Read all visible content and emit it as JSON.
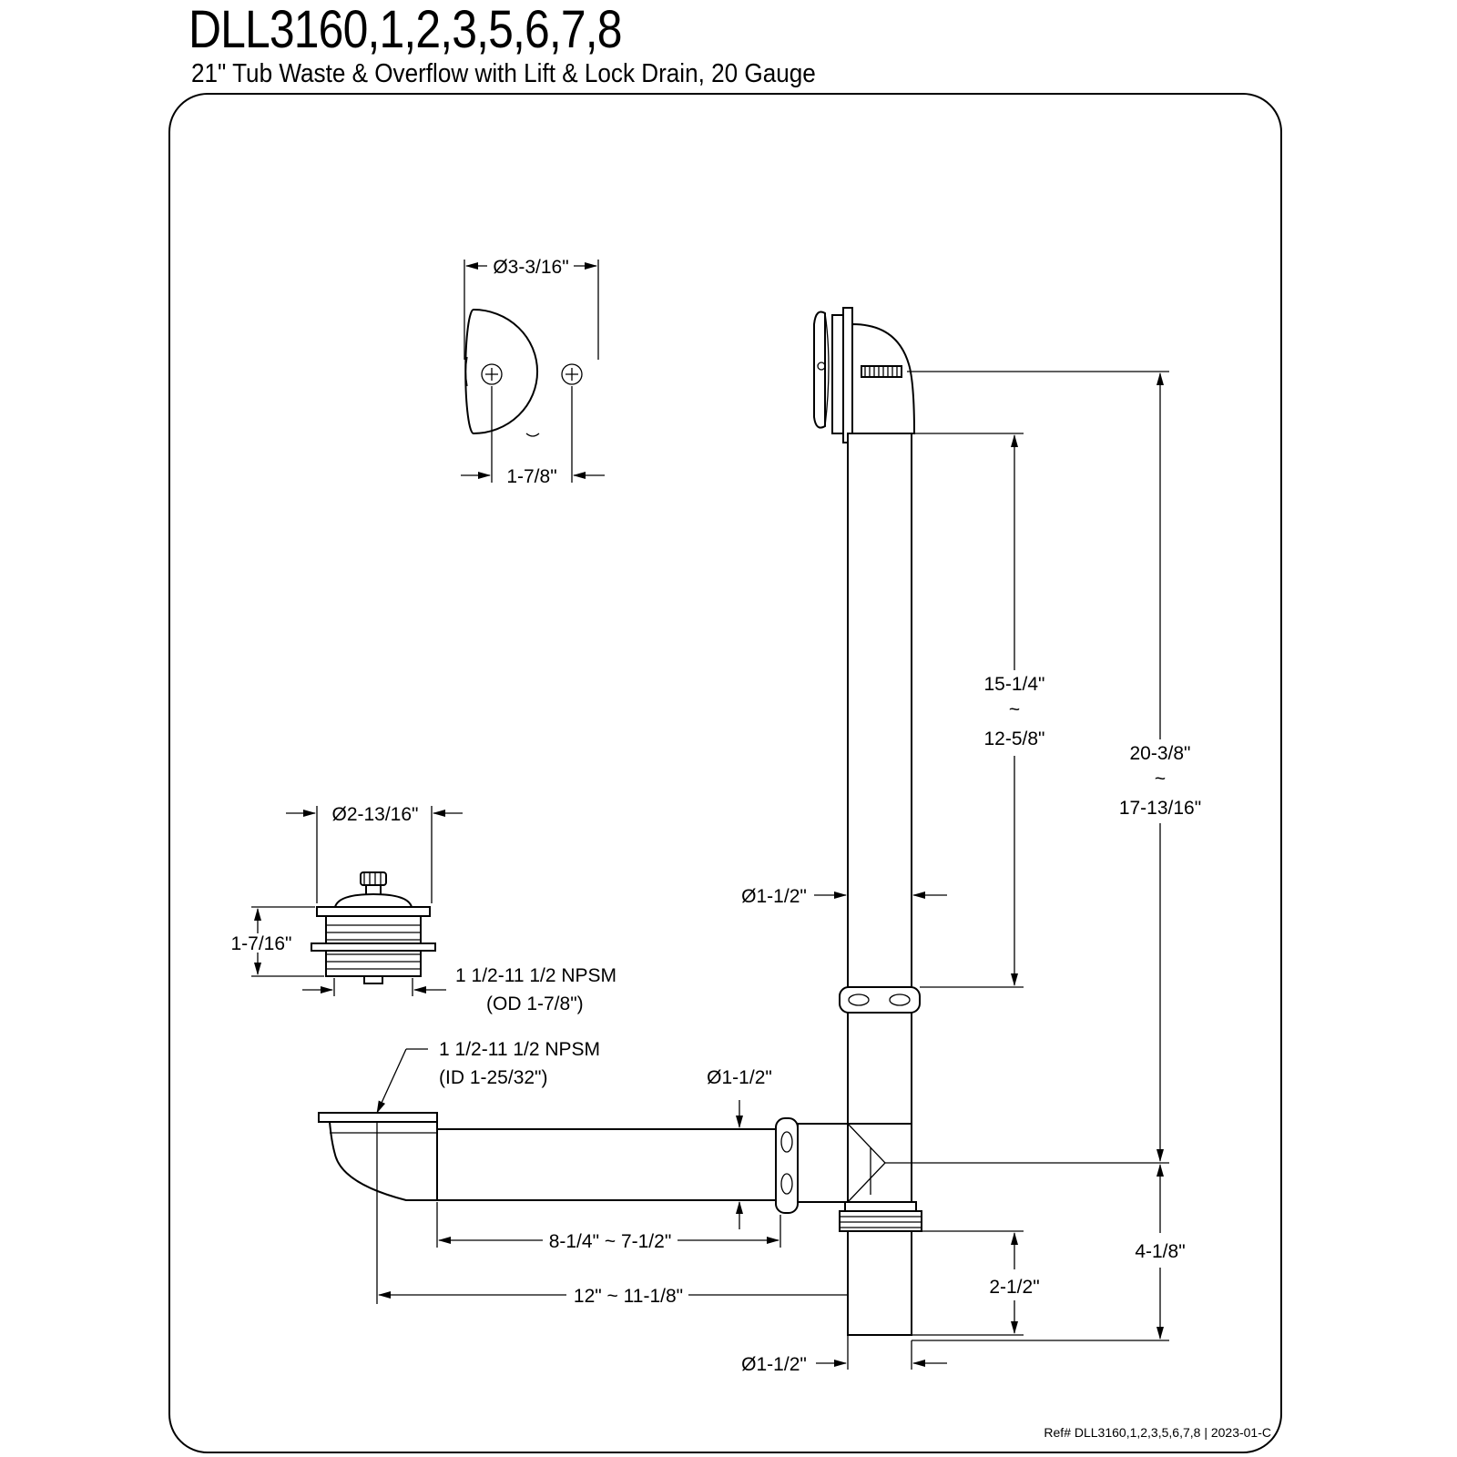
{
  "header": {
    "model": "DLL3160,1,2,3,5,6,7,8",
    "subtitle": "21\" Tub Waste & Overflow with Lift & Lock Drain, 20 Gauge"
  },
  "faceplate": {
    "diameter": "Ø3-3/16\"",
    "screw_spacing": "1-7/8\""
  },
  "drain": {
    "diameter": "Ø2-13/16\"",
    "height": "1-7/16\"",
    "thread": "1 1/2-11 1/2 NPSM",
    "thread_od": "(OD 1-7/8\")"
  },
  "shoe": {
    "thread": "1 1/2-11 1/2 NPSM",
    "thread_id": "(ID 1-25/32\")",
    "pipe_diameter": "Ø1-1/2\"",
    "pipe_length": "8-1/4\" ~ 7-1/2\"",
    "total_length": "12\" ~ 11-1/8\""
  },
  "overflow": {
    "pipe_diameter": "Ø1-1/2\"",
    "tube_max": "15-1/4\"",
    "tilde": "~",
    "tube_min": "12-5/8\"",
    "height_max": "20-3/8\"",
    "height_min": "17-13/16\"",
    "lower_height": "4-1/8\"",
    "tailpiece_length": "2-1/2\"",
    "tailpiece_diameter": "Ø1-1/2\""
  },
  "footer": {
    "ref": "Ref# DLL3160,1,2,3,5,6,7,8 | 2023-01-C"
  }
}
